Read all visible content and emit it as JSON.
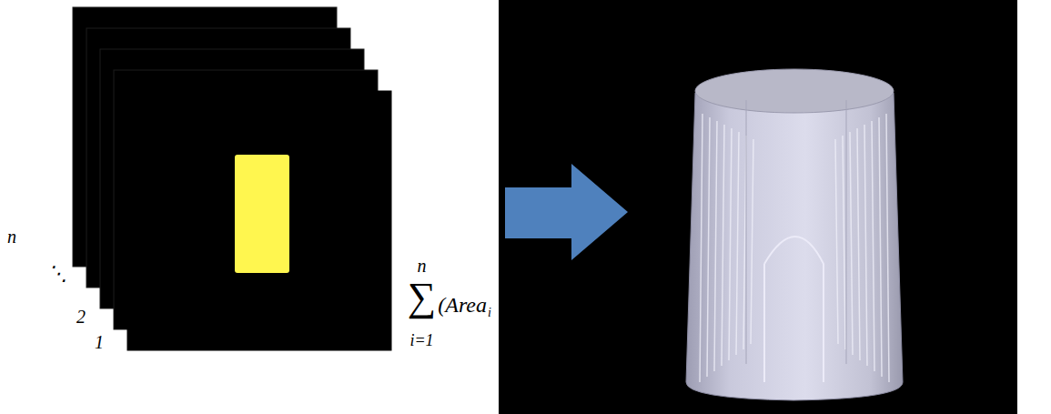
{
  "diagram": {
    "labels": [
      "n",
      "⋱",
      "2",
      "1",
      "n",
      "∑",
      "i=1",
      "(Area",
      "i"
    ]
  }
}
